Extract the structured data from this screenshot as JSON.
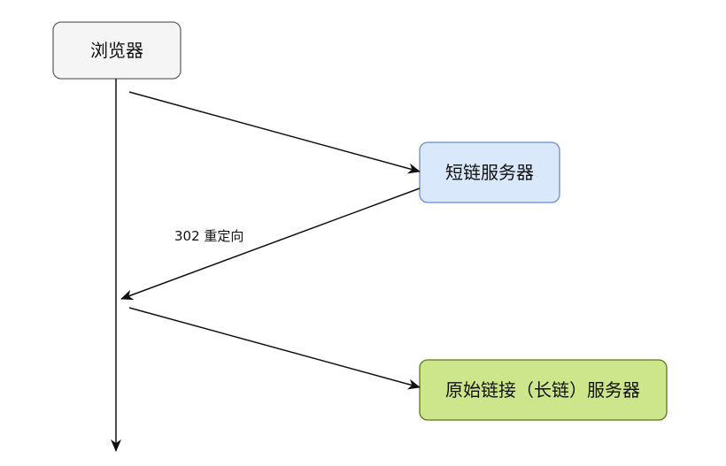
{
  "nodes": {
    "browser": {
      "label": "浏览器",
      "fill": "#f5f5f5",
      "stroke": "#666666"
    },
    "short_server": {
      "label": "短链服务器",
      "fill": "#dae8fc",
      "stroke": "#6c8ebf"
    },
    "origin_server": {
      "label": "原始链接（长链）服务器",
      "fill": "#cde68c",
      "stroke": "#5a7a1a"
    }
  },
  "edges": {
    "redirect_label": "302 重定向"
  },
  "line_color": "#111111"
}
